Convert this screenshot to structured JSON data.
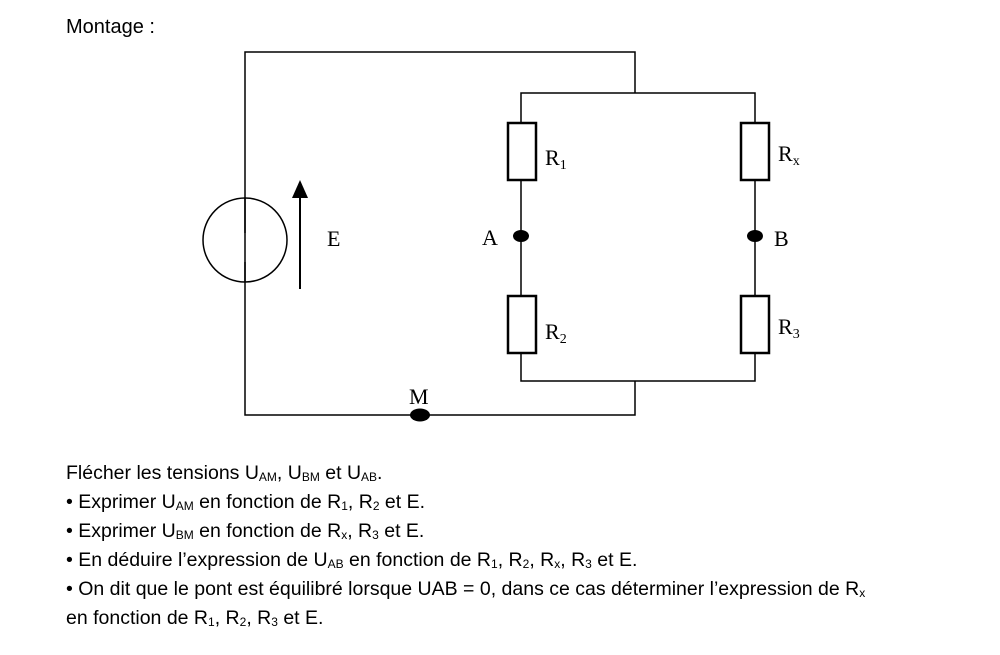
{
  "heading": "Montage :",
  "diagram": {
    "labels": {
      "E": "E",
      "A": "A",
      "B": "B",
      "M": "M",
      "R1": {
        "base": "R",
        "sub": "1"
      },
      "R2": {
        "base": "R",
        "sub": "2"
      },
      "Rx": {
        "base": "R",
        "sub": "x"
      },
      "R3": {
        "base": "R",
        "sub": "3"
      }
    }
  },
  "instructions": {
    "line1": {
      "a": "Flécher les tensions U",
      "s1": "AM",
      "b": ", U",
      "s2": "BM",
      "c": " et U",
      "s3": "AB",
      "d": "."
    },
    "line2": {
      "a": "• Exprimer U",
      "s1": "AM",
      "b": " en fonction de R",
      "s2": "1",
      "c": ", R",
      "s3": "2",
      "d": " et E."
    },
    "line3": {
      "a": "• Exprimer U",
      "s1": "BM",
      "b": " en fonction de R",
      "s2": "x",
      "c": ", R",
      "s3": "3",
      "d": " et E."
    },
    "line4": {
      "a": "• En déduire l’expression de U",
      "s1": "AB",
      "b": " en fonction de R",
      "s2": "1",
      "c": ", R",
      "s3": "2",
      "d": ", R",
      "s4": "x",
      "e": ", R",
      "s5": "3",
      "f": " et E."
    },
    "line5": {
      "a": "• On dit que le pont est équilibré lorsque UAB = 0, dans ce cas déterminer l’expression de R",
      "s1": "x"
    },
    "line6": {
      "a": "en fonction de R",
      "s1": "1",
      "b": ", R",
      "s2": "2",
      "c": ", R",
      "s3": "3",
      "d": " et E."
    }
  }
}
